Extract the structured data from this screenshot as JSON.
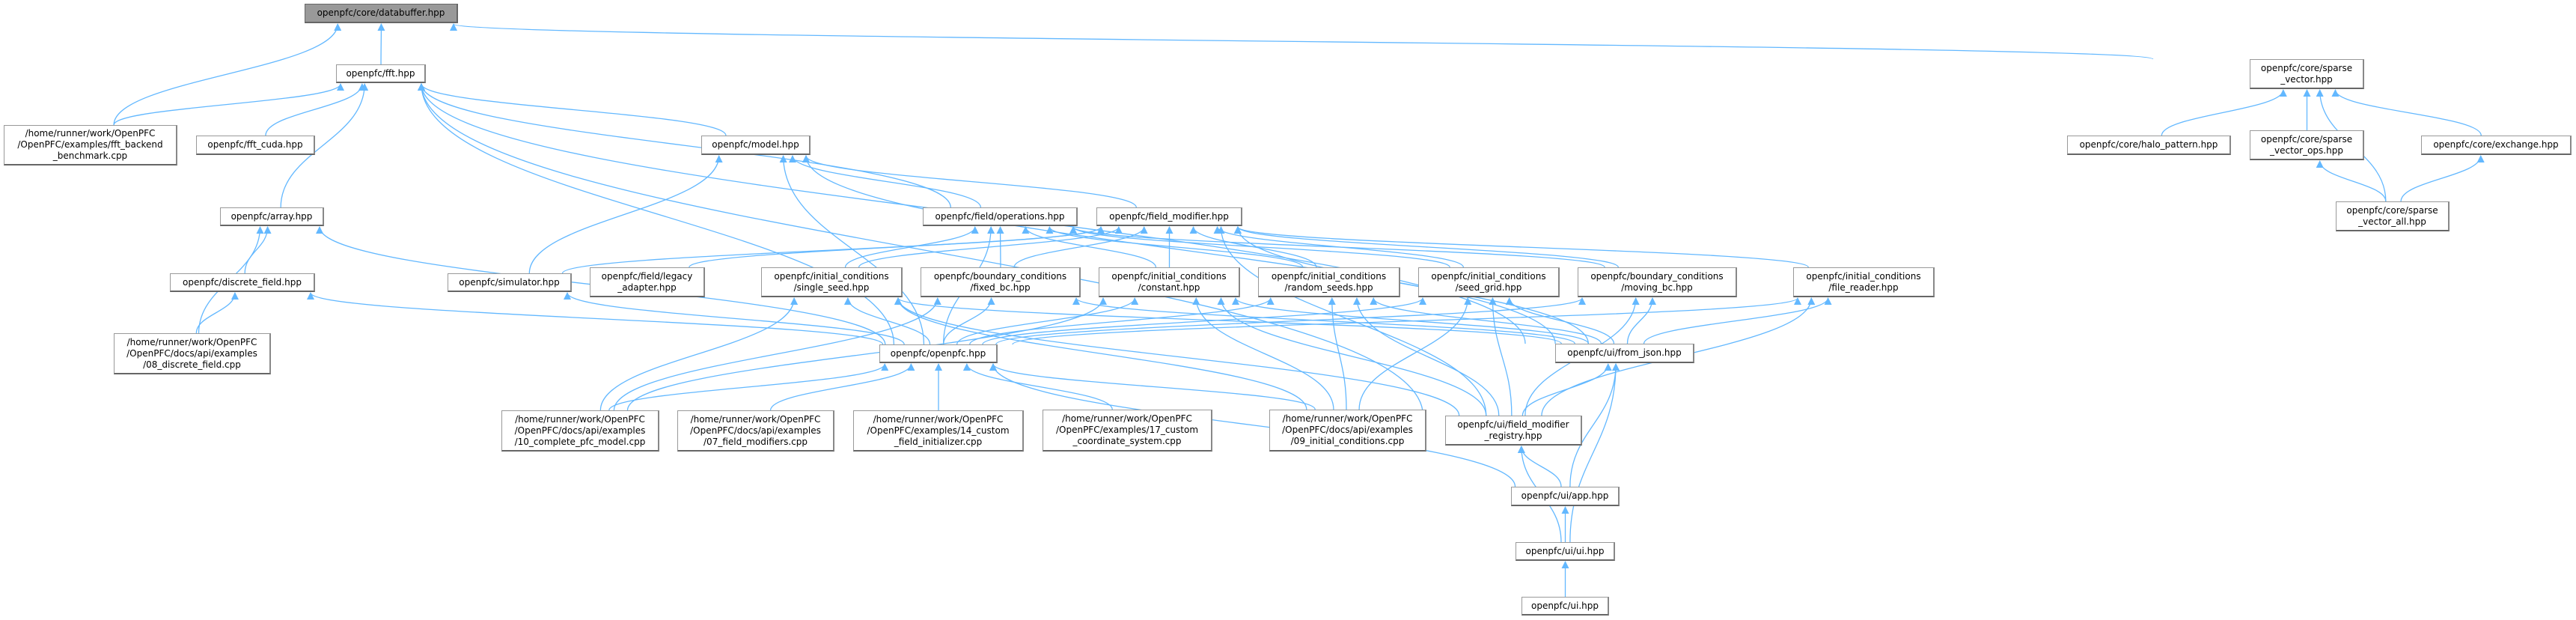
{
  "edge_color": "#63b8ff",
  "root_fill": "#999999",
  "nodes": {
    "databuffer": {
      "lines": [
        "openpfc/core/databuffer.hpp"
      ],
      "root": true
    },
    "fft": {
      "lines": [
        "openpfc/fft.hpp"
      ]
    },
    "benchmark": {
      "lines": [
        "/home/runner/work/OpenPFC",
        "/OpenPFC/examples/fft_backend",
        "_benchmark.cpp"
      ]
    },
    "fft_cuda": {
      "lines": [
        "openpfc/fft_cuda.hpp"
      ]
    },
    "model": {
      "lines": [
        "openpfc/model.hpp"
      ]
    },
    "sparse_vector": {
      "lines": [
        "openpfc/core/sparse",
        "_vector.hpp"
      ]
    },
    "halo_pattern": {
      "lines": [
        "openpfc/core/halo_pattern.hpp"
      ]
    },
    "sparse_vector_ops": {
      "lines": [
        "openpfc/core/sparse",
        "_vector_ops.hpp"
      ]
    },
    "exchange": {
      "lines": [
        "openpfc/core/exchange.hpp"
      ]
    },
    "sparse_vector_all": {
      "lines": [
        "openpfc/core/sparse",
        "_vector_all.hpp"
      ]
    },
    "array": {
      "lines": [
        "openpfc/array.hpp"
      ]
    },
    "operations": {
      "lines": [
        "openpfc/field/operations.hpp"
      ]
    },
    "field_modifier": {
      "lines": [
        "openpfc/field_modifier.hpp"
      ]
    },
    "discrete_field": {
      "lines": [
        "openpfc/discrete_field.hpp"
      ]
    },
    "simulator": {
      "lines": [
        "openpfc/simulator.hpp"
      ]
    },
    "legacy_adapter": {
      "lines": [
        "openpfc/field/legacy",
        "_adapter.hpp"
      ]
    },
    "single_seed": {
      "lines": [
        "openpfc/initial_conditions",
        "/single_seed.hpp"
      ]
    },
    "fixed_bc": {
      "lines": [
        "openpfc/boundary_conditions",
        "/fixed_bc.hpp"
      ]
    },
    "constant": {
      "lines": [
        "openpfc/initial_conditions",
        "/constant.hpp"
      ]
    },
    "random_seeds": {
      "lines": [
        "openpfc/initial_conditions",
        "/random_seeds.hpp"
      ]
    },
    "seed_grid": {
      "lines": [
        "openpfc/initial_conditions",
        "/seed_grid.hpp"
      ]
    },
    "moving_bc": {
      "lines": [
        "openpfc/boundary_conditions",
        "/moving_bc.hpp"
      ]
    },
    "file_reader": {
      "lines": [
        "openpfc/initial_conditions",
        "/file_reader.hpp"
      ]
    },
    "ex08": {
      "lines": [
        "/home/runner/work/OpenPFC",
        "/OpenPFC/docs/api/examples",
        "/08_discrete_field.cpp"
      ]
    },
    "openpfc": {
      "lines": [
        "openpfc/openpfc.hpp"
      ]
    },
    "from_json": {
      "lines": [
        "openpfc/ui/from_json.hpp"
      ]
    },
    "ex10": {
      "lines": [
        "/home/runner/work/OpenPFC",
        "/OpenPFC/docs/api/examples",
        "/10_complete_pfc_model.cpp"
      ]
    },
    "ex07": {
      "lines": [
        "/home/runner/work/OpenPFC",
        "/OpenPFC/docs/api/examples",
        "/07_field_modifiers.cpp"
      ]
    },
    "ex14": {
      "lines": [
        "/home/runner/work/OpenPFC",
        "/OpenPFC/examples/14_custom",
        "_field_initializer.cpp"
      ]
    },
    "ex17": {
      "lines": [
        "/home/runner/work/OpenPFC",
        "/OpenPFC/examples/17_custom",
        "_coordinate_system.cpp"
      ]
    },
    "ex09": {
      "lines": [
        "/home/runner/work/OpenPFC",
        "/OpenPFC/docs/api/examples",
        "/09_initial_conditions.cpp"
      ]
    },
    "registry": {
      "lines": [
        "openpfc/ui/field_modifier",
        "_registry.hpp"
      ]
    },
    "app": {
      "lines": [
        "openpfc/ui/app.hpp"
      ]
    },
    "ui_ui": {
      "lines": [
        "openpfc/ui/ui.hpp"
      ]
    },
    "ui": {
      "lines": [
        "openpfc/ui.hpp"
      ]
    }
  },
  "edges": [
    [
      "fft",
      "databuffer"
    ],
    [
      "benchmark",
      "databuffer"
    ],
    [
      "sparse_vector",
      "databuffer"
    ],
    [
      "benchmark",
      "fft"
    ],
    [
      "fft_cuda",
      "fft"
    ],
    [
      "array",
      "fft"
    ],
    [
      "model",
      "fft"
    ],
    [
      "operations",
      "fft"
    ],
    [
      "openpfc",
      "fft"
    ],
    [
      "from_json",
      "fft"
    ],
    [
      "registry",
      "fft"
    ],
    [
      "halo_pattern",
      "sparse_vector"
    ],
    [
      "sparse_vector_ops",
      "sparse_vector"
    ],
    [
      "sparse_vector_all",
      "sparse_vector"
    ],
    [
      "exchange",
      "sparse_vector"
    ],
    [
      "sparse_vector_all",
      "sparse_vector_ops"
    ],
    [
      "sparse_vector_all",
      "exchange"
    ],
    [
      "discrete_field",
      "array"
    ],
    [
      "ex08",
      "array"
    ],
    [
      "openpfc",
      "array"
    ],
    [
      "ex08",
      "discrete_field"
    ],
    [
      "openpfc",
      "discrete_field"
    ],
    [
      "simulator",
      "model"
    ],
    [
      "openpfc",
      "model"
    ],
    [
      "operations",
      "model"
    ],
    [
      "field_modifier",
      "model"
    ],
    [
      "from_json",
      "model"
    ],
    [
      "openpfc",
      "simulator"
    ],
    [
      "simulator",
      "field_modifier"
    ],
    [
      "legacy_adapter",
      "field_modifier"
    ],
    [
      "single_seed",
      "operations"
    ],
    [
      "fixed_bc",
      "operations"
    ],
    [
      "constant",
      "operations"
    ],
    [
      "random_seeds",
      "operations"
    ],
    [
      "seed_grid",
      "operations"
    ],
    [
      "moving_bc",
      "operations"
    ],
    [
      "openpfc",
      "operations"
    ],
    [
      "single_seed",
      "field_modifier"
    ],
    [
      "fixed_bc",
      "field_modifier"
    ],
    [
      "constant",
      "field_modifier"
    ],
    [
      "random_seeds",
      "field_modifier"
    ],
    [
      "seed_grid",
      "field_modifier"
    ],
    [
      "moving_bc",
      "field_modifier"
    ],
    [
      "file_reader",
      "field_modifier"
    ],
    [
      "from_json",
      "field_modifier"
    ],
    [
      "registry",
      "field_modifier"
    ],
    [
      "openpfc",
      "single_seed"
    ],
    [
      "openpfc",
      "fixed_bc"
    ],
    [
      "openpfc",
      "constant"
    ],
    [
      "openpfc",
      "random_seeds"
    ],
    [
      "openpfc",
      "seed_grid"
    ],
    [
      "openpfc",
      "moving_bc"
    ],
    [
      "openpfc",
      "file_reader"
    ],
    [
      "from_json",
      "single_seed"
    ],
    [
      "from_json",
      "fixed_bc"
    ],
    [
      "from_json",
      "constant"
    ],
    [
      "from_json",
      "random_seeds"
    ],
    [
      "from_json",
      "seed_grid"
    ],
    [
      "from_json",
      "moving_bc"
    ],
    [
      "from_json",
      "file_reader"
    ],
    [
      "registry",
      "from_json"
    ],
    [
      "registry",
      "single_seed"
    ],
    [
      "registry",
      "constant"
    ],
    [
      "registry",
      "random_seeds"
    ],
    [
      "registry",
      "seed_grid"
    ],
    [
      "registry",
      "moving_bc"
    ],
    [
      "registry",
      "file_reader"
    ],
    [
      "ex10",
      "openpfc"
    ],
    [
      "ex10",
      "single_seed"
    ],
    [
      "ex10",
      "constant"
    ],
    [
      "ex10",
      "fixed_bc"
    ],
    [
      "ex07",
      "openpfc"
    ],
    [
      "ex14",
      "openpfc"
    ],
    [
      "ex17",
      "openpfc"
    ],
    [
      "ex09",
      "openpfc"
    ],
    [
      "ex09",
      "constant"
    ],
    [
      "ex09",
      "random_seeds"
    ],
    [
      "ex09",
      "seed_grid"
    ],
    [
      "ex09",
      "single_seed"
    ],
    [
      "app",
      "openpfc"
    ],
    [
      "app",
      "registry"
    ],
    [
      "app",
      "from_json"
    ],
    [
      "ui_ui",
      "app"
    ],
    [
      "ui_ui",
      "registry"
    ],
    [
      "ui_ui",
      "from_json"
    ],
    [
      "ui",
      "ui_ui"
    ]
  ]
}
